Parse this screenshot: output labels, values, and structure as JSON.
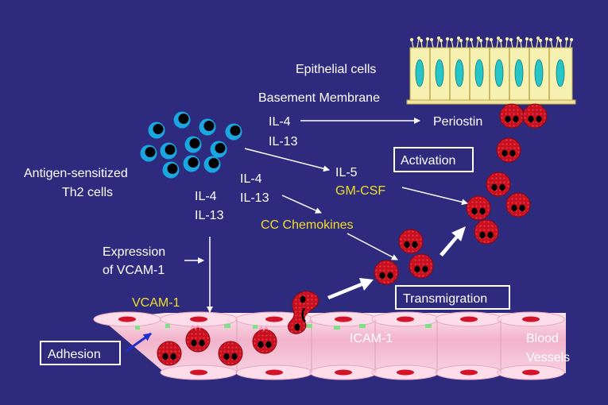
{
  "labels": {
    "epithelial_cells": "Epithelial cells",
    "basement_membrane": "Basement Membrane",
    "periostin": "Periostin",
    "antigen_line1": "Antigen-sensitized",
    "antigen_line2": "Th2 cells",
    "il4_a": "IL-4",
    "il13_a": "IL-13",
    "il4_b": "IL-4",
    "il13_b": "IL-13",
    "il4_c": "IL-4",
    "il13_c": "IL-13",
    "il5": "IL-5",
    "gmcsf": "GM-CSF",
    "cc_chemokines": "CC Chemokines",
    "expression_line1": "Expression",
    "expression_line2": "of VCAM-1",
    "vcam1": "VCAM-1",
    "icam1": "ICAM-1",
    "blood_line1": "Blood",
    "blood_line2": "Vessels",
    "activation": "Activation",
    "transmigration": "Transmigration",
    "adhesion": "Adhesion"
  },
  "colors": {
    "background": "#2e2a7d",
    "white_text": "#ffffff",
    "yellow_text": "#f2de2a",
    "eosinophil": "#cc1122",
    "vessel_pink": "#f5c3d6",
    "th2_blue": "#1aa6e0",
    "epithelium_yellow": "#f6f1b0",
    "nucleus_cyan": "#26c6c8"
  }
}
